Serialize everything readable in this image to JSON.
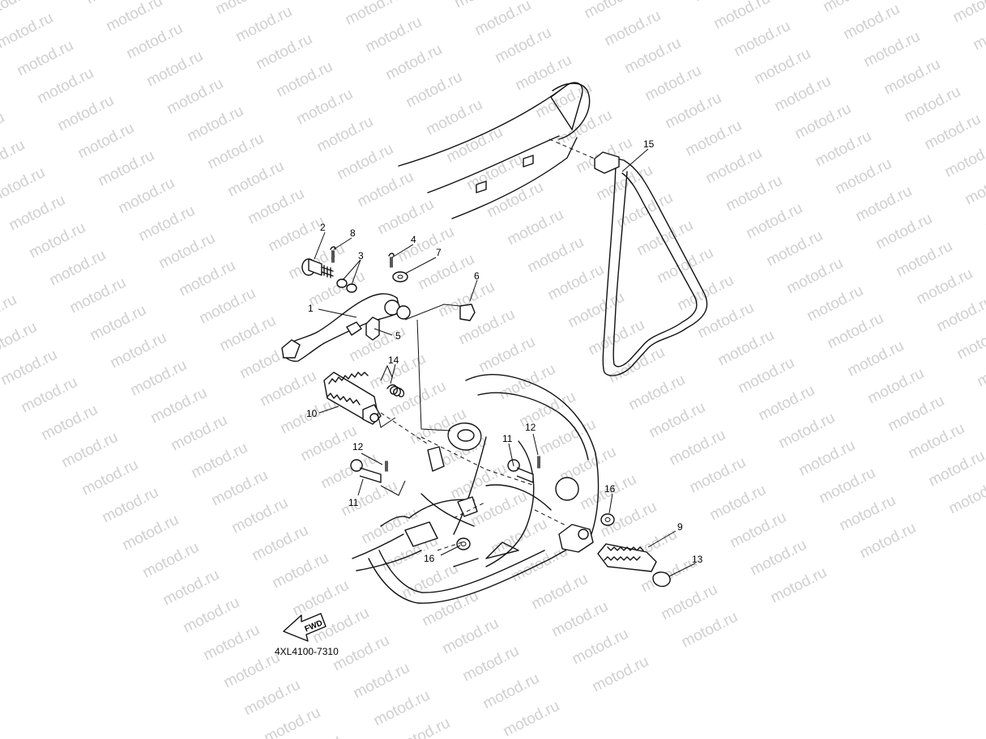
{
  "watermark": {
    "text": "motod.ru"
  },
  "diagram": {
    "part_code": "4XL4100-7310",
    "fwd_label": "FWD",
    "callouts": [
      "1",
      "2",
      "3",
      "4",
      "5",
      "6",
      "7",
      "8",
      "9",
      "10",
      "11",
      "11",
      "12",
      "12",
      "13",
      "14",
      "15",
      "16",
      "16"
    ]
  }
}
